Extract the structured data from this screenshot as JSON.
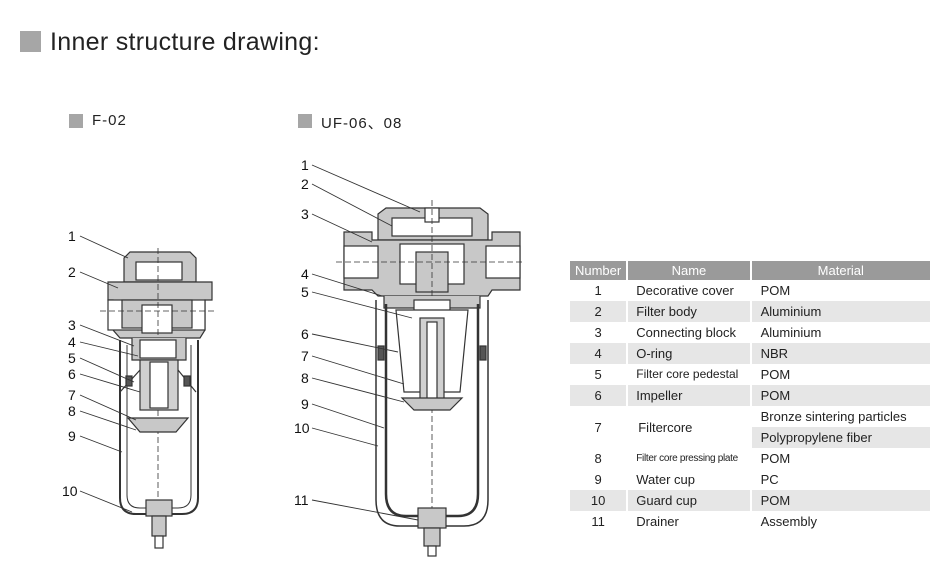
{
  "title": "Inner structure drawing:",
  "models": {
    "left": "F-02",
    "right": "UF-06、08"
  },
  "callouts_left": [
    "1",
    "2",
    "3",
    "4",
    "5",
    "6",
    "7",
    "8",
    "9",
    "10"
  ],
  "callouts_right": [
    "1",
    "2",
    "3",
    "4",
    "5",
    "6",
    "7",
    "8",
    "9",
    "10",
    "11"
  ],
  "table": {
    "headers": [
      "Number",
      "Name",
      "Material"
    ],
    "rows": [
      {
        "number": "1",
        "name": "Decorative cover",
        "material": "POM"
      },
      {
        "number": "2",
        "name": "Filter body",
        "material": "Aluminium"
      },
      {
        "number": "3",
        "name": "Connecting block",
        "material": "Aluminium"
      },
      {
        "number": "4",
        "name": "O-ring",
        "material": "NBR"
      },
      {
        "number": "5",
        "name": "Filter core pedestal",
        "material": "POM"
      },
      {
        "number": "6",
        "name": "Impeller",
        "material": "POM"
      },
      {
        "number": "7",
        "name": "Filtercore",
        "material": "Bronze sintering particles",
        "material2": "Polypropylene fiber"
      },
      {
        "number": "8",
        "name": "Filter core pressing plate",
        "material": "POM"
      },
      {
        "number": "9",
        "name": "Water cup",
        "material": "PC"
      },
      {
        "number": "10",
        "name": "Guard cup",
        "material": "POM"
      },
      {
        "number": "11",
        "name": "Drainer",
        "material": "Assembly"
      }
    ]
  },
  "colors": {
    "marker": "#a6a6a6",
    "header": "#9a9a9a",
    "stripe": "#e6e6e6",
    "part_fill": "#c8c8c8",
    "outline": "#333333"
  }
}
